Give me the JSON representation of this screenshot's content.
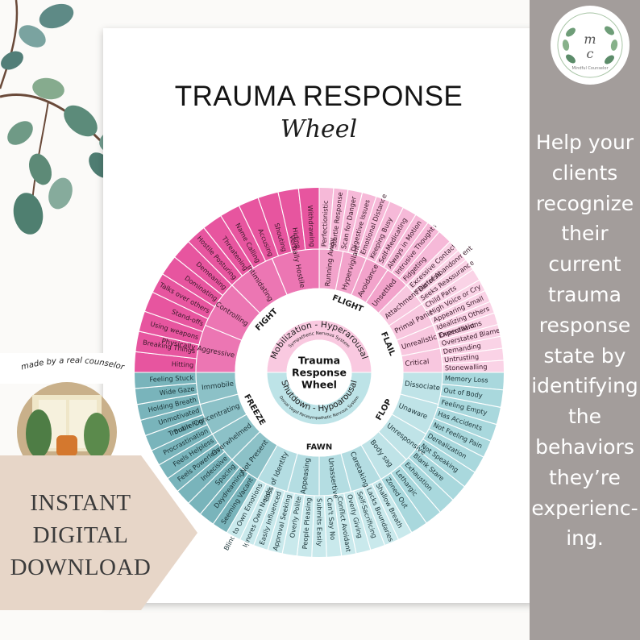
{
  "page": {
    "title": "TRAUMA RESPONSE",
    "subtitle": "Wheel",
    "side_text": "Help your clients recognize their current trauma response state by identifying the behaviors they’re experienc-ing.",
    "badge_text": "made by a real counselor",
    "banner_lines": [
      "INSTANT",
      "DIGITAL",
      "DOWNLOAD"
    ],
    "logo_letters": "MC",
    "logo_caption": "Mindful Counselor"
  },
  "wheel": {
    "center": [
      "Trauma",
      "Response",
      "Wheel"
    ],
    "upper_label": "Mobilization - Hyperarousal",
    "upper_sub": "Sympathetic Nervous System",
    "lower_label": "Shutdown - Hypoarousal",
    "lower_sub": "Dorsal Vagal Parasympathetic Nervous System",
    "colors": {
      "pink_dark": "#e7559f",
      "pink_mid": "#ee8abf",
      "pink_light": "#f6b9d8",
      "pink_pale": "#fad3e6",
      "teal_dark": "#4f8d96",
      "teal_mid": "#79b4bb",
      "teal_light": "#a9d8dd",
      "teal_pale": "#c9e9ec"
    },
    "categories": [
      {
        "name": "FLIGHT",
        "start": 0,
        "end": 45,
        "color": "pink_light",
        "mid": [
          "Running Away",
          "Hypervigilant",
          "Avoidance",
          "Unsettled"
        ],
        "outer": [
          "Perfectionistic",
          "Startle Response",
          "Scan for Danger",
          "Digestive Issues",
          "Emotional Distance",
          "Keeping Busy",
          "Self-Medicating",
          "Always in Motion",
          "Intrusive Thoughts",
          "Fidgeting"
        ]
      },
      {
        "name": "FLAIL",
        "start": 45,
        "end": 90,
        "color": "pink_pale",
        "mid": [
          "Attachment Distress",
          "Primal Panic",
          "Unrealistic Expectations",
          "Critical"
        ],
        "outer": [
          "Excessive Contact",
          "Fear of Abandonment",
          "Seeks Reassurance",
          "Child Parts",
          "High Voice or Cry",
          "Appearing Small",
          "Idealizing Others",
          "Overreliant",
          "Overstated Blame",
          "Demanding",
          "Untrusting",
          "Stonewalling"
        ]
      },
      {
        "name": "FLOP",
        "start": 90,
        "end": 150,
        "color": "teal_light",
        "mid": [
          "Dissociate",
          "Unaware",
          "Unresponsive",
          "Body sag"
        ],
        "outer": [
          "Memory Loss",
          "Out of Body",
          "Feeling Empty",
          "Has Accidents",
          "Not Feeling Pain",
          "Derealization",
          "Not Speaking",
          "Blank Stare",
          "Exhaustion",
          "Lethargic",
          "Zoned Out"
        ]
      },
      {
        "name": "FAWN",
        "start": 150,
        "end": 210,
        "color": "teal_pale",
        "mid": [
          "Caretaking",
          "Unassertive",
          "Appeasing",
          "Loss of Identity"
        ],
        "outer": [
          "Shallow Breath",
          "Lacks Boundaries",
          "Self-Sacrificing",
          "Overly Giving",
          "Conflict Avoidant",
          "Can't Say No",
          "Submits Easily",
          "People Pleasing",
          "Overly Polite",
          "Approval Seeking",
          "Easily Influenced",
          "Ignores Own Needs",
          "Blind to Own Emotions"
        ]
      },
      {
        "name": "FREEZE",
        "start": 210,
        "end": 270,
        "color": "teal_mid",
        "mid": [
          "Not Present",
          "Overwhelmed",
          "Trouble Concentrating",
          "Immobile"
        ],
        "outer": [
          "Seeming Vacant",
          "Daydreaming",
          "Spacing",
          "Indecisive",
          "Feels Powerless",
          "Feels Helpless",
          "Procrastination",
          "Brain Fog",
          "Unmotivated",
          "Holding Breath",
          "Wide Gaze",
          "Feeling Stuck"
        ]
      },
      {
        "name": "FIGHT",
        "start": 270,
        "end": 360,
        "color": "pink_dark",
        "mid": [
          "Physically Aggressive",
          "Controlling",
          "Intimidating",
          "Verbally Hostile"
        ],
        "outer": [
          "Hitting",
          "Breaking Things",
          "Using weapons",
          "Stand-offs",
          "Talks over others",
          "Dominating",
          "Demeaning",
          "Hostile Posturing",
          "Threatening",
          "Name Calling",
          "Accusing",
          "Shouting",
          "Hiding",
          "Withdrawing"
        ]
      }
    ]
  }
}
